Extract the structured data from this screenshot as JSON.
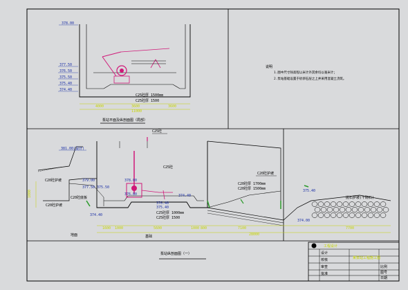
{
  "colors": {
    "background": "#d9dadc",
    "line": "#000000",
    "level_text": "#1a2ea6",
    "dimension": "#c6d400",
    "magenta": "#d01878",
    "green": "#2a9a2a"
  },
  "top_view": {
    "top_level": "378.00",
    "levels": [
      "377.50",
      "376.50",
      "375.50",
      "375.40",
      "374.40"
    ],
    "callouts": [
      "C25砼厚 1500mm",
      "C25砼厚 1500"
    ],
    "dims": [
      "4000",
      "3600",
      "3600"
    ],
    "total_width": "11000",
    "caption": "泵站平面及纵剖面图（局部）"
  },
  "notes": {
    "title": "说明",
    "lines": [
      "1.图中尺寸除高程以米计外其余均以毫米计；",
      "2.泵站基础设置于砂卵石层之上并采用混凝土浇筑。"
    ]
  },
  "section": {
    "marker": "C25砼",
    "upper_level": "381.00(设计)",
    "left_labels": [
      "C20砼护坡",
      "C20砼底板",
      "C20砼护坡"
    ],
    "left_levels": [
      "379.00",
      "377.50",
      "375.50"
    ],
    "pump_levels": [
      "378.00",
      "376.80",
      "374.40"
    ],
    "chamber_label": "C25砼",
    "chamber_levels": [
      "376.40",
      "375.40",
      "374.40"
    ],
    "chamber_callouts": [
      "C25砼厚 1000mm",
      "C25砼厚 1500"
    ],
    "right_callout_1": "C20砼护坡",
    "right_callout_2": "C20砼厚 1700mm",
    "right_callout_3": "C20砼厚 1500mm",
    "far_right_levels": [
      "375.40",
      "374.00"
    ],
    "gravel_label": "抛石护坡(干砌石)",
    "height_dim": "1000",
    "dims": [
      "1600",
      "1000",
      "5600",
      "1000",
      "800",
      "7100",
      "7700"
    ],
    "total_length": "28000",
    "ground_label": "地面",
    "bottom_label": "基础",
    "caption": "泵站纵剖面图（一）"
  },
  "title_block": {
    "rows": [
      "设计",
      "校核",
      "审查",
      "批准"
    ],
    "right_col": [
      "比例",
      "图号",
      "日期"
    ],
    "logo": "工程设计",
    "project": "某泵站工程施工图"
  }
}
